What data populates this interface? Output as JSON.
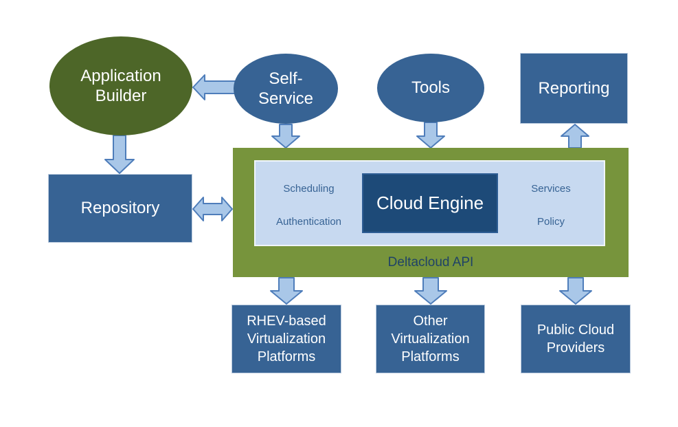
{
  "diagram": {
    "type": "architecture-diagram",
    "colors": {
      "background": "#ffffff",
      "olive_ellipse": "#4d6628",
      "green_container": "#77943c",
      "blue_node": "#376394",
      "navy_engine": "#1d4a78",
      "light_blue_panel": "#c7d9f0",
      "arrow_fill": "#a9c7e8",
      "arrow_border": "#4e7dba",
      "panel_text": "#376394",
      "api_text": "#1f4266",
      "node_text": "#ffffff"
    },
    "nodes": {
      "application_builder": {
        "label": "Application\nBuilder",
        "shape": "ellipse"
      },
      "self_service": {
        "label": "Self-\nService",
        "shape": "ellipse"
      },
      "tools": {
        "label": "Tools",
        "shape": "ellipse"
      },
      "reporting": {
        "label": "Reporting",
        "shape": "rectangle"
      },
      "repository": {
        "label": "Repository",
        "shape": "rectangle"
      },
      "rhev_virtualization": {
        "label": "RHEV-based\nVirtualization\nPlatforms",
        "shape": "rectangle"
      },
      "other_virtualization": {
        "label": "Other\nVirtualization\nPlatforms",
        "shape": "rectangle"
      },
      "public_cloud": {
        "label": "Public Cloud\nProviders",
        "shape": "rectangle"
      }
    },
    "api_container": {
      "label": "Deltacloud API",
      "inner": {
        "left_items": [
          "Scheduling",
          "Authentication"
        ],
        "center": "Cloud Engine",
        "right_items": [
          "Services",
          "Policy"
        ]
      }
    },
    "connections": [
      {
        "from": "self_service",
        "to": "application_builder",
        "type": "one-way"
      },
      {
        "from": "application_builder",
        "to": "repository",
        "type": "one-way"
      },
      {
        "from": "repository",
        "to": "deltacloud_api",
        "type": "two-way"
      },
      {
        "from": "self_service",
        "to": "deltacloud_api",
        "type": "one-way"
      },
      {
        "from": "tools",
        "to": "deltacloud_api",
        "type": "one-way"
      },
      {
        "from": "deltacloud_api",
        "to": "reporting",
        "type": "one-way"
      },
      {
        "from": "deltacloud_api",
        "to": "rhev_virtualization",
        "type": "one-way"
      },
      {
        "from": "deltacloud_api",
        "to": "other_virtualization",
        "type": "one-way"
      },
      {
        "from": "deltacloud_api",
        "to": "public_cloud",
        "type": "one-way"
      }
    ]
  }
}
